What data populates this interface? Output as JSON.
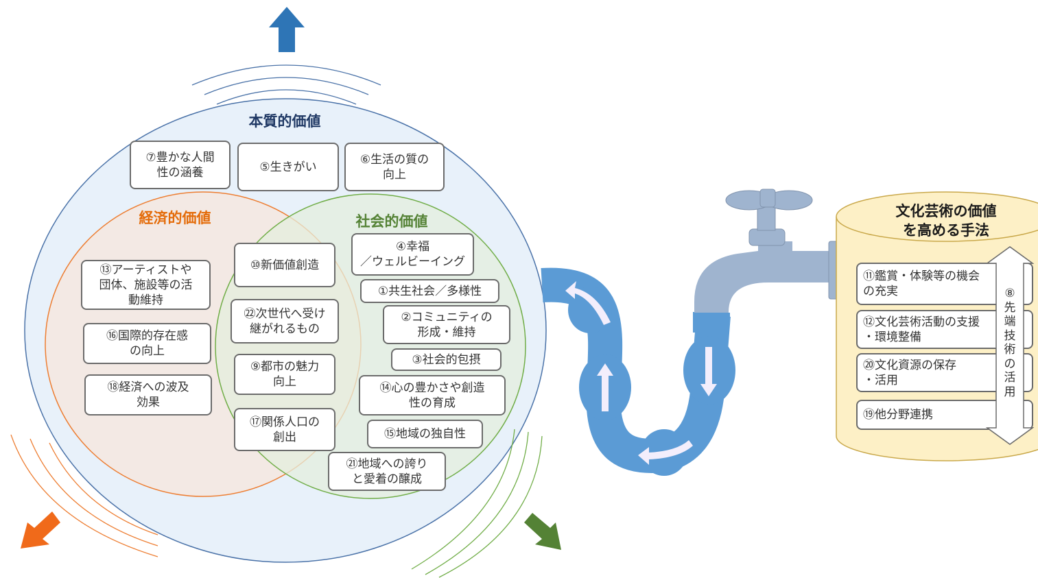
{
  "colors": {
    "intrinsic_stroke": "#4a72a8",
    "intrinsic_fill": "#e8f1fa",
    "intrinsic_title": "#1f3864",
    "economic_stroke": "#ed7d31",
    "economic_fill": "#f4e7df",
    "economic_title": "#e46c0a",
    "social_stroke": "#70ad47",
    "social_fill": "#e4eedd",
    "social_title": "#548235",
    "arrow_up": "#2e75b6",
    "arrow_left": "#f06a1a",
    "arrow_right": "#548235",
    "pipe": "#5b9bd5",
    "faucet": "#9fb4cf",
    "tank_fill": "#fdf0c6",
    "tank_stroke": "#c9a84a"
  },
  "icons": [
    "arrow-up-icon",
    "arrow-down-left-icon",
    "arrow-down-right-icon",
    "faucet-icon",
    "pipe-icon",
    "tank-icon",
    "double-arrow-icon"
  ],
  "circles": {
    "intrinsic_title": "本質的価値",
    "economic_title": "経済的価値",
    "social_title": "社会的価値"
  },
  "intrinsic_items": [
    "⑦豊かな人間\n性の涵養",
    "⑤生きがい",
    "⑥生活の質の\n向上"
  ],
  "economic_items": [
    "⑬アーティストや\n団体、施設等の活\n動維持",
    "⑯国際的存在感\nの向上",
    "⑱経済への波及\n効果"
  ],
  "overlap_items": [
    "⑩新価値創造",
    "㉒次世代へ受け\n継がれるもの",
    "⑨都市の魅力\n向上",
    "⑰関係人口の\n創出"
  ],
  "social_items": [
    "④幸福\n／ウェルビーイング",
    "①共生社会／多様性",
    "②コミュニティの\n形成・維持",
    "③社会的包摂",
    "⑭心の豊かさや創造\n性の育成",
    "⑮地域の独自性",
    "㉑地域への誇り\nと愛着の醸成"
  ],
  "tank": {
    "title": "文化芸術の価値\nを高める手法",
    "items": [
      "⑪鑑賞・体験等の機会\nの充実",
      "⑫文化芸術活動の支援\n・環境整備",
      "⑳文化資源の保存\n・活用",
      "⑲他分野連携"
    ],
    "vertical_label": "⑧\n先\n端\n技\n術\nの\n活\n用"
  }
}
